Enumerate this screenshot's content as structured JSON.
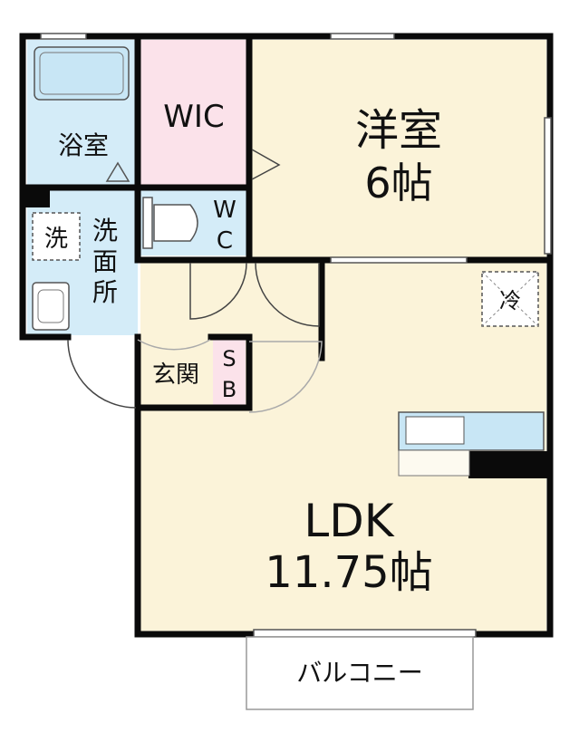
{
  "colors": {
    "wall": "#0a0a0a",
    "room_cream": "#fbf3d9",
    "room_blue": "#d4ecf8",
    "room_pink": "#fbe2ea",
    "fixture_blue": "#c8e6f5",
    "line": "#333333"
  },
  "rooms": {
    "western": {
      "name": "洋室",
      "size": "6帖"
    },
    "ldk": {
      "name": "LDK",
      "size": "11.75帖"
    },
    "wic": "WIC",
    "bath": "浴室",
    "washroom": [
      "洗",
      "面",
      "所"
    ],
    "toilet": [
      "W",
      "C"
    ],
    "entrance": "玄関",
    "shoe_box": [
      "S",
      "B"
    ],
    "balcony": "バルコニー"
  },
  "fixtures": {
    "washer": "洗",
    "fridge": "冷"
  }
}
